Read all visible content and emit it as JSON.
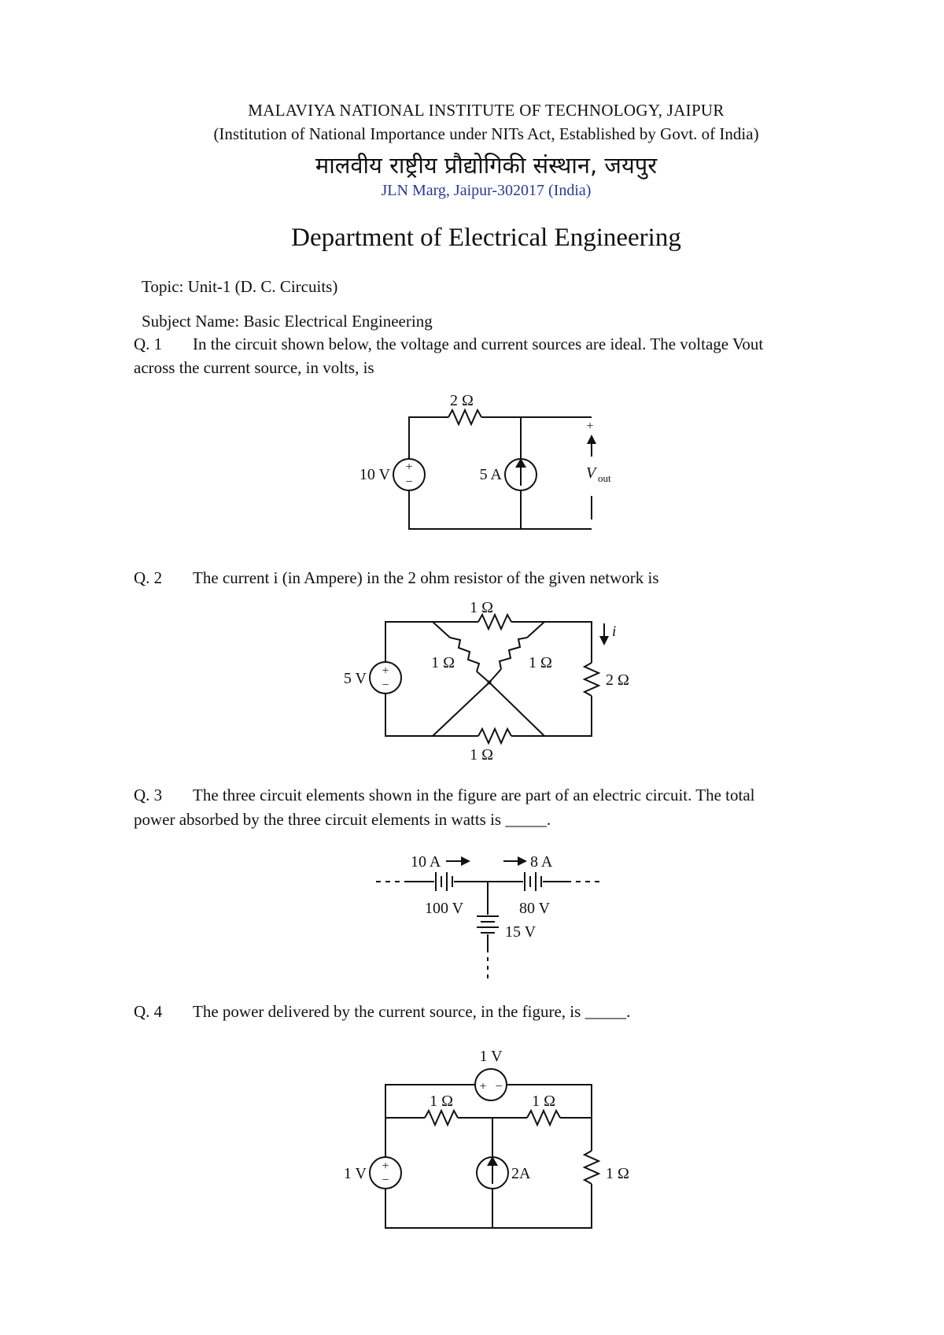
{
  "header": {
    "institute": "MALAVIYA NATIONAL INSTITUTE OF TECHNOLOGY, JAIPUR",
    "subtitle": "(Institution of National Importance under NITs Act, Established by Govt. of India)",
    "hindi_name": "मालवीय राष्ट्रीय प्रौद्योगिकी संस्थान, जयपुर",
    "address": "JLN Marg, Jaipur-302017 (India)",
    "department": "Department of Electrical Engineering"
  },
  "meta": {
    "topic": "Topic: Unit-1 (D. C. Circuits)",
    "subject": "Subject Name: Basic Electrical Engineering"
  },
  "questions": [
    {
      "number": "Q. 1",
      "text_line1": "In the circuit shown below, the voltage and current sources are ideal. The voltage Vout",
      "text_line2": "across the current source, in volts, is"
    },
    {
      "number": "Q. 2",
      "text_line1": "The current i (in Ampere) in the 2 ohm resistor of the given network is"
    },
    {
      "number": "Q. 3",
      "text_line1": "The three circuit elements shown in the figure are part of an electric circuit. The total",
      "text_line2": "power absorbed by the three circuit elements in watts is _____."
    },
    {
      "number": "Q. 4",
      "text_line1": "The power delivered by the current source, in the figure, is _____."
    }
  ],
  "figures": {
    "q1": {
      "r": "2 Ω",
      "vs": "10 V",
      "cs": "5 A",
      "vout": "V",
      "vout_sub": "out",
      "plus": "+",
      "minus": "−"
    },
    "q2": {
      "r_top": "1 Ω",
      "r_left": "1 Ω",
      "r_right": "1 Ω",
      "r_bottom": "1 Ω",
      "r_load": "2 Ω",
      "vs": "5 V",
      "i": "i"
    },
    "q3": {
      "i1": "10 A",
      "i2": "8 A",
      "v1": "100 V",
      "v2": "80 V",
      "v3": "15 V"
    },
    "q4": {
      "vs_top": "1 V",
      "r1": "1 Ω",
      "r2": "1 Ω",
      "vs_left": "1 V",
      "cs": "2A",
      "r3": "1 Ω"
    }
  }
}
